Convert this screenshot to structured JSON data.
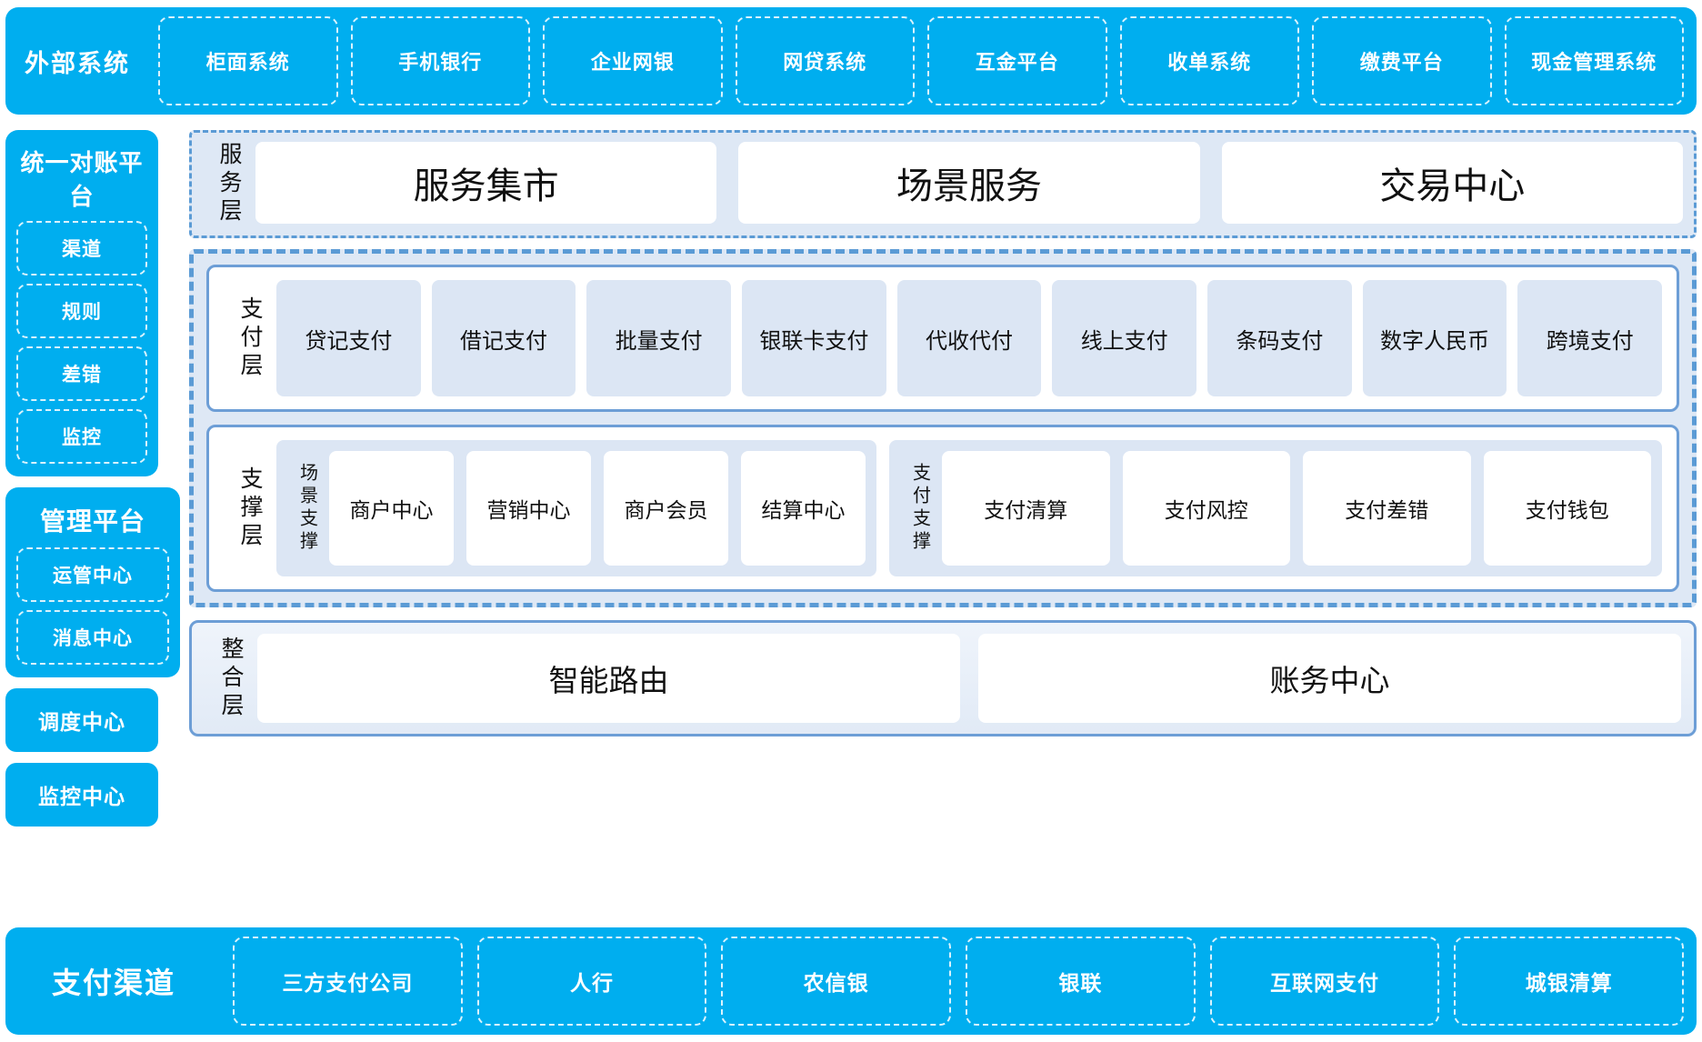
{
  "external": {
    "title": "外部系统",
    "items": [
      "柜面系统",
      "手机银行",
      "企业网银",
      "网贷系统",
      "互金平台",
      "收单系统",
      "缴费平台",
      "现金管理系统"
    ]
  },
  "sidebar": {
    "reconcile": {
      "title": "统一对账平台",
      "items": [
        "渠道",
        "规则",
        "差错",
        "监控"
      ]
    },
    "manage": {
      "title": "管理平台",
      "items": [
        "运管中心",
        "消息中心"
      ]
    },
    "standalone": [
      "调度中心",
      "监控中心"
    ]
  },
  "service_layer": {
    "label": "服务层",
    "items": [
      "服务集市",
      "场景服务",
      "交易中心"
    ]
  },
  "payment_layer": {
    "label": "支付层",
    "items": [
      "贷记支付",
      "借记支付",
      "批量支付",
      "银联卡支付",
      "代收代付",
      "线上支付",
      "条码支付",
      "数字人民币",
      "跨境支付"
    ]
  },
  "support_layer": {
    "label": "支撑层",
    "groups": [
      {
        "label": "场景支撑",
        "items": [
          "商户中心",
          "营销中心",
          "商户会员",
          "结算中心"
        ]
      },
      {
        "label": "支付支撑",
        "items": [
          "支付清算",
          "支付风控",
          "支付差错",
          "支付钱包"
        ]
      }
    ]
  },
  "integration_layer": {
    "label": "整合层",
    "items": [
      "智能路由",
      "账务中心"
    ]
  },
  "channels": {
    "title": "支付渠道",
    "items": [
      "三方支付公司",
      "人行",
      "农信银",
      "银联",
      "互联网支付",
      "城银清算"
    ]
  },
  "colors": {
    "brand_blue": "#00AEEF",
    "border_blue": "#5B9BD5",
    "panel_tint": "#DCE6F4",
    "layer_bg": "#DEE8F5",
    "card_white": "#FFFFFF"
  }
}
